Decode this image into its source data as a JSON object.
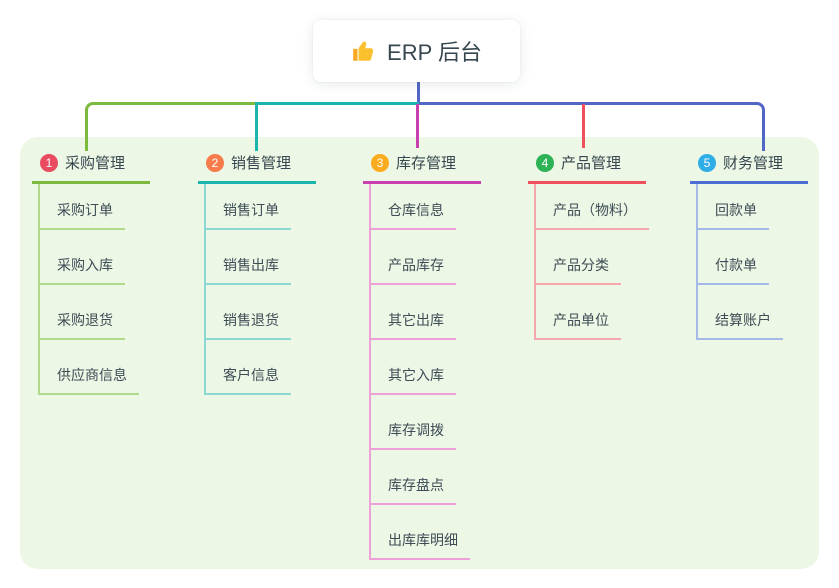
{
  "root": {
    "title": "ERP 后台",
    "icon": "thumbs-up-icon",
    "icon_color": "#fbc02d"
  },
  "branches": [
    {
      "badge": "1",
      "label": "采购管理",
      "badge_color": "#e94b60",
      "line_color": "#7cb93f",
      "child_line_color": "#b2d98b",
      "children": [
        "采购订单",
        "采购入库",
        "采购退货",
        "供应商信息"
      ]
    },
    {
      "badge": "2",
      "label": "销售管理",
      "badge_color": "#f87c4b",
      "line_color": "#1ab5ad",
      "child_line_color": "#8cd9d3",
      "children": [
        "销售订单",
        "销售出库",
        "销售退货",
        "客户信息"
      ]
    },
    {
      "badge": "3",
      "label": "库存管理",
      "badge_color": "#fbab1e",
      "line_color": "#c93fae",
      "child_line_color": "#eea0d9",
      "children": [
        "仓库信息",
        "产品库存",
        "其它出库",
        "其它入库",
        "库存调拨",
        "库存盘点",
        "出库库明细"
      ]
    },
    {
      "badge": "4",
      "label": "产品管理",
      "badge_color": "#2db355",
      "line_color": "#f0505e",
      "child_line_color": "#f7a6ad",
      "children": [
        "产品（物料）",
        "产品分类",
        "产品单位"
      ]
    },
    {
      "badge": "5",
      "label": "财务管理",
      "badge_color": "#2fade6",
      "line_color": "#4a6cd3",
      "child_line_color": "#a5b8e9",
      "children": [
        "回款单",
        "付款单",
        "结算账户"
      ]
    }
  ],
  "connectors": {
    "root_stem_color": "#5266c6",
    "bus_segment_colors": [
      "#7cb93f",
      "#1ab5ad",
      "#5266c6"
    ],
    "drop_colors": [
      "#7cb93f",
      "#1ab5ad",
      "#c93fae",
      "#f0505e",
      "#5266c6"
    ]
  },
  "canvas": {
    "panel_color": "#ecf7e5",
    "background_color": "#ffffff"
  }
}
